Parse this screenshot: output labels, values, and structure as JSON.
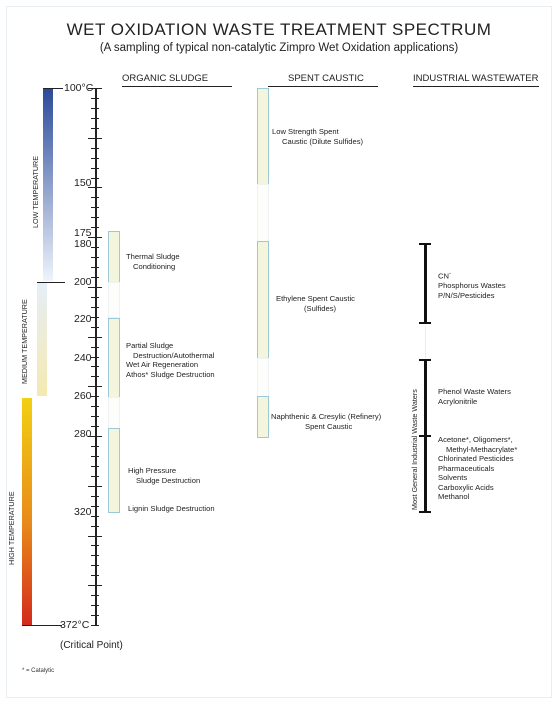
{
  "title": "WET OXIDATION WASTE TREATMENT SPECTRUM",
  "subtitle": "(A sampling of typical non-catalytic Zimpro Wet Oxidation applications)",
  "columns": {
    "organic": "ORGANIC SLUDGE",
    "caustic": "SPENT CAUSTIC",
    "industrial": "INDUSTRIAL WASTEWATER"
  },
  "zones": {
    "low": "LOW TEMPERATURE",
    "medium": "MEDIUM TEMPERATURE",
    "high": "HIGH TEMPERATURE"
  },
  "temps": {
    "t100": "100°C",
    "t150": "150",
    "t175": "175",
    "t180": "180",
    "t200": "200",
    "t220": "220",
    "t240": "240",
    "t260": "260",
    "t280": "280",
    "t320": "320",
    "t372": "372°C"
  },
  "critical_point": "(Critical Point)",
  "organic_sludge": {
    "thermal": [
      "Thermal Sludge",
      "Conditioning"
    ],
    "partial": [
      "Partial Sludge",
      "Destruction/Autothermal",
      "Wet Air Regeneration",
      "Athos* Sludge Destruction"
    ],
    "high_pressure": [
      "High Pressure",
      "Sludge Destruction"
    ],
    "lignin": "Lignin Sludge Destruction"
  },
  "spent_caustic": {
    "low_strength": [
      "Low Strength Spent",
      "Caustic (Dilute Sulfides)"
    ],
    "ethylene": [
      "Ethylene Spent Caustic",
      "(Sulfides)"
    ],
    "naphthenic": [
      "Naphthenic & Cresylic (Refinery)",
      "Spent Caustic"
    ]
  },
  "industrial": {
    "group1": [
      "CN",
      "Phosphorus Wastes",
      "P/N/S/Pesticides"
    ],
    "cn_superscript": "-",
    "side_label": "Most General Industrial Waste Waters",
    "group2": [
      "Phenol Waste Waters",
      "Acrylonitrile"
    ],
    "group3": [
      "Acetone*, Oligomers*,",
      "Methyl-Methacrylate*",
      "Chlorinated Pesticides",
      "Pharmaceuticals",
      "Solvents",
      "Carboxylic Acids",
      "Methanol"
    ]
  },
  "footnote": "* = Catalytic",
  "colors": {
    "low": "#2b4a9a",
    "medium": "#f5e9b0",
    "high_top": "#f2d012",
    "high_bottom": "#d42a1c",
    "segment_border": "#9cc8d8",
    "segment_fill": "#f3f6dc"
  }
}
